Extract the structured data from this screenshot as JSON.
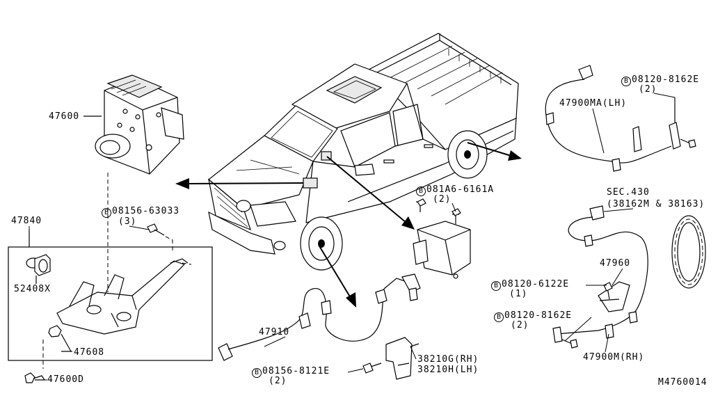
{
  "diagram_id": "M4760014",
  "bolt_symbol": "B",
  "parts": {
    "p47600": "47600",
    "p47840": "47840",
    "p52408x": "52408X",
    "p47608": "47608",
    "p47600d": "47600D",
    "p47910": "47910",
    "p47960": "47960",
    "p47900ma": "47900MA(LH)",
    "p47900m": "47900M(RH)",
    "p38210": "38210G(RH)",
    "p38210h": "38210H(LH)",
    "sec": "SEC.430",
    "sec_sub": "(38162M & 38163)"
  },
  "bolts": [
    {
      "id": "b1",
      "code": "08156-63033",
      "qty": "(3)"
    },
    {
      "id": "b2",
      "code": "081A6-6161A",
      "qty": "(2)"
    },
    {
      "id": "b3",
      "code": "08120-8162E",
      "qty": "(2)"
    },
    {
      "id": "b4",
      "code": "08120-6122E",
      "qty": "(1)"
    },
    {
      "id": "b5",
      "code": "08120-8162E",
      "qty": "(2)"
    },
    {
      "id": "b6",
      "code": "08156-8121E",
      "qty": "(2)"
    }
  ]
}
